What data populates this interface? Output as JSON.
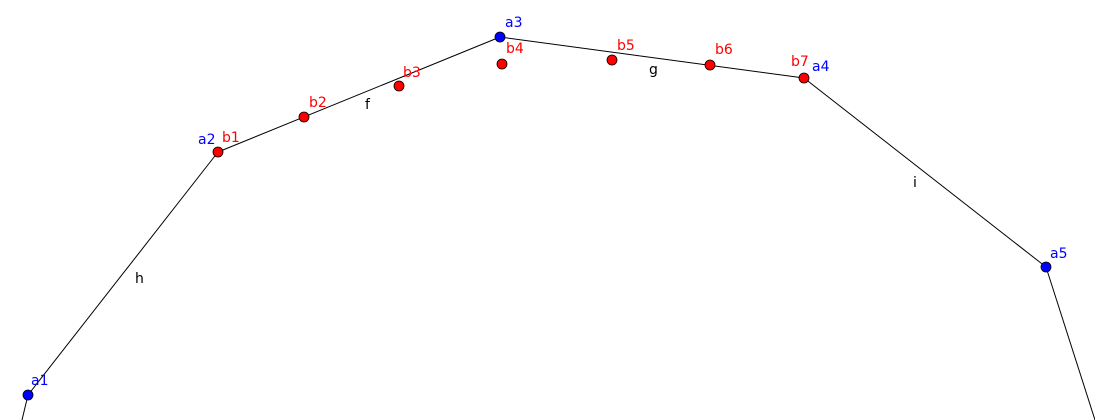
{
  "colors": {
    "blue_point": "#0000ff",
    "red_point": "#ff0000",
    "line": "#000000",
    "blue_label": "#0000ff",
    "red_label": "#ff0000",
    "segment_label": "#000000"
  },
  "points_a": [
    {
      "label": "a1"
    },
    {
      "label": "a2"
    },
    {
      "label": "a3"
    },
    {
      "label": "a4"
    },
    {
      "label": "a5"
    }
  ],
  "points_b": [
    {
      "label": "b1"
    },
    {
      "label": "b2"
    },
    {
      "label": "b3"
    },
    {
      "label": "b4"
    },
    {
      "label": "b5"
    },
    {
      "label": "b6"
    },
    {
      "label": "b7"
    }
  ],
  "segments": [
    {
      "label": "h"
    },
    {
      "label": "f"
    },
    {
      "label": "g"
    },
    {
      "label": "i"
    }
  ]
}
